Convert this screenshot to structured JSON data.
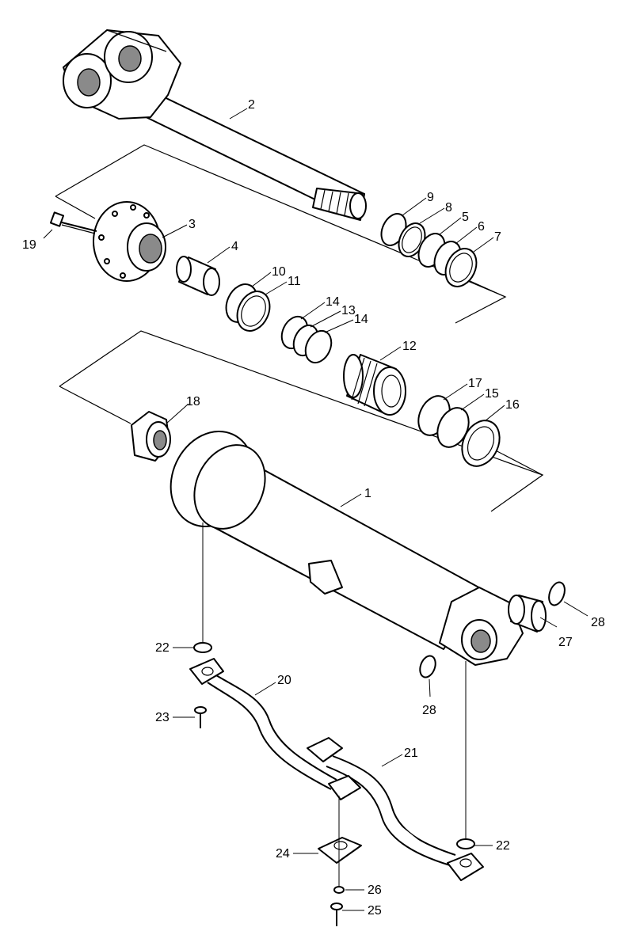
{
  "colors": {
    "line": "#000000",
    "background": "#ffffff",
    "shade": "#8a8a8a"
  },
  "callouts": {
    "c1": "1",
    "c2": "2",
    "c3": "3",
    "c4": "4",
    "c5": "5",
    "c6": "6",
    "c7": "7",
    "c8": "8",
    "c9": "9",
    "c10": "10",
    "c11": "11",
    "c12": "12",
    "c13": "13",
    "c14a": "14",
    "c14b": "14",
    "c15": "15",
    "c16": "16",
    "c17": "17",
    "c18": "18",
    "c19": "19",
    "c20": "20",
    "c21": "21",
    "c22a": "22",
    "c22b": "22",
    "c23": "23",
    "c24": "24",
    "c25": "25",
    "c26": "26",
    "c27": "27",
    "c28a": "28",
    "c28b": "28"
  }
}
